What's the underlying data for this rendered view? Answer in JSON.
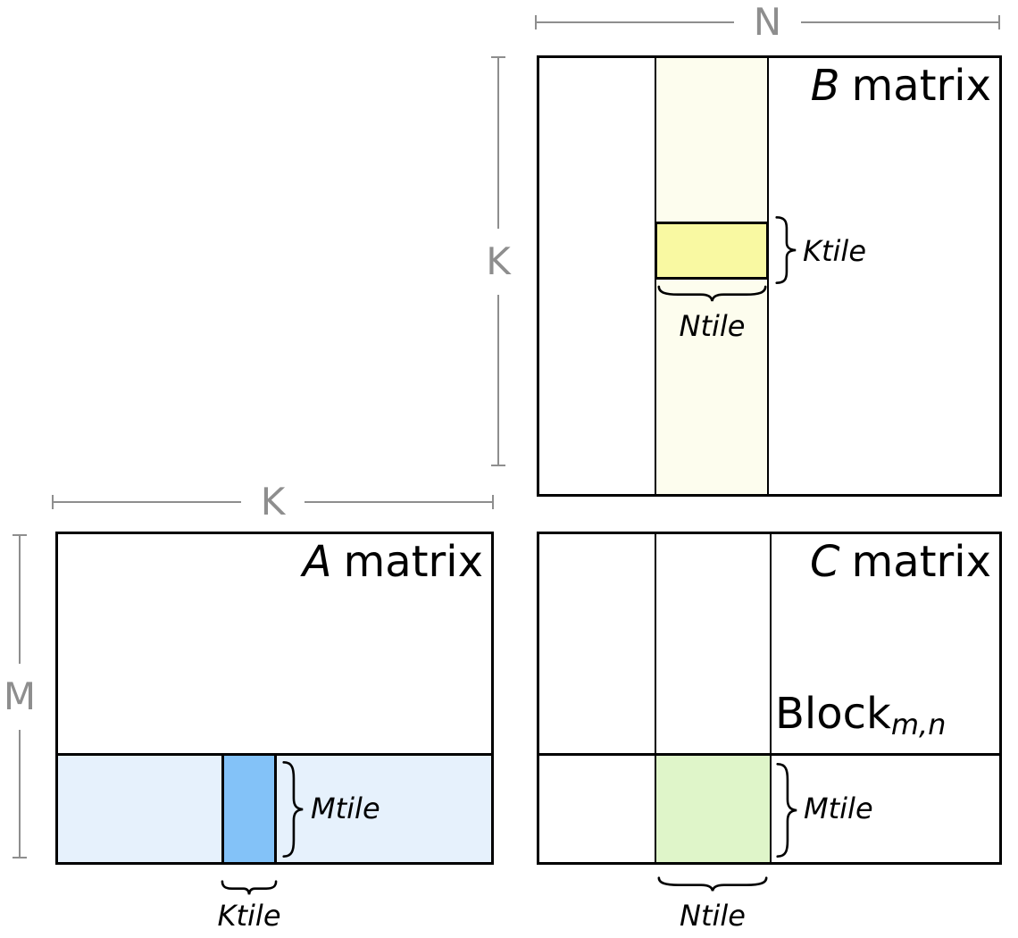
{
  "dims": {
    "b_width": "N",
    "b_height": "K",
    "a_width": "K",
    "a_height": "M"
  },
  "matrices": {
    "b": {
      "title_letter": "B",
      "title_word": "matrix",
      "ktile_label": "Ktile",
      "ntile_label": "Ntile"
    },
    "a": {
      "title_letter": "A",
      "title_word": "matrix",
      "mtile_label": "Mtile",
      "ktile_label": "Ktile"
    },
    "c": {
      "title_letter": "C",
      "title_word": "matrix",
      "block_word": "Block",
      "block_subscript": "m,n",
      "mtile_label": "Mtile",
      "ntile_label": "Ntile"
    }
  },
  "colors": {
    "diagram_line": "#000000",
    "dim_gray": "#8e8e8e",
    "b_strip_fill": "#fdfdee",
    "b_tile_fill": "#f9f9a2",
    "a_strip_fill": "#e6f1fc",
    "a_tile_fill": "#83c2f8",
    "c_tile_fill": "#dff5c9"
  }
}
